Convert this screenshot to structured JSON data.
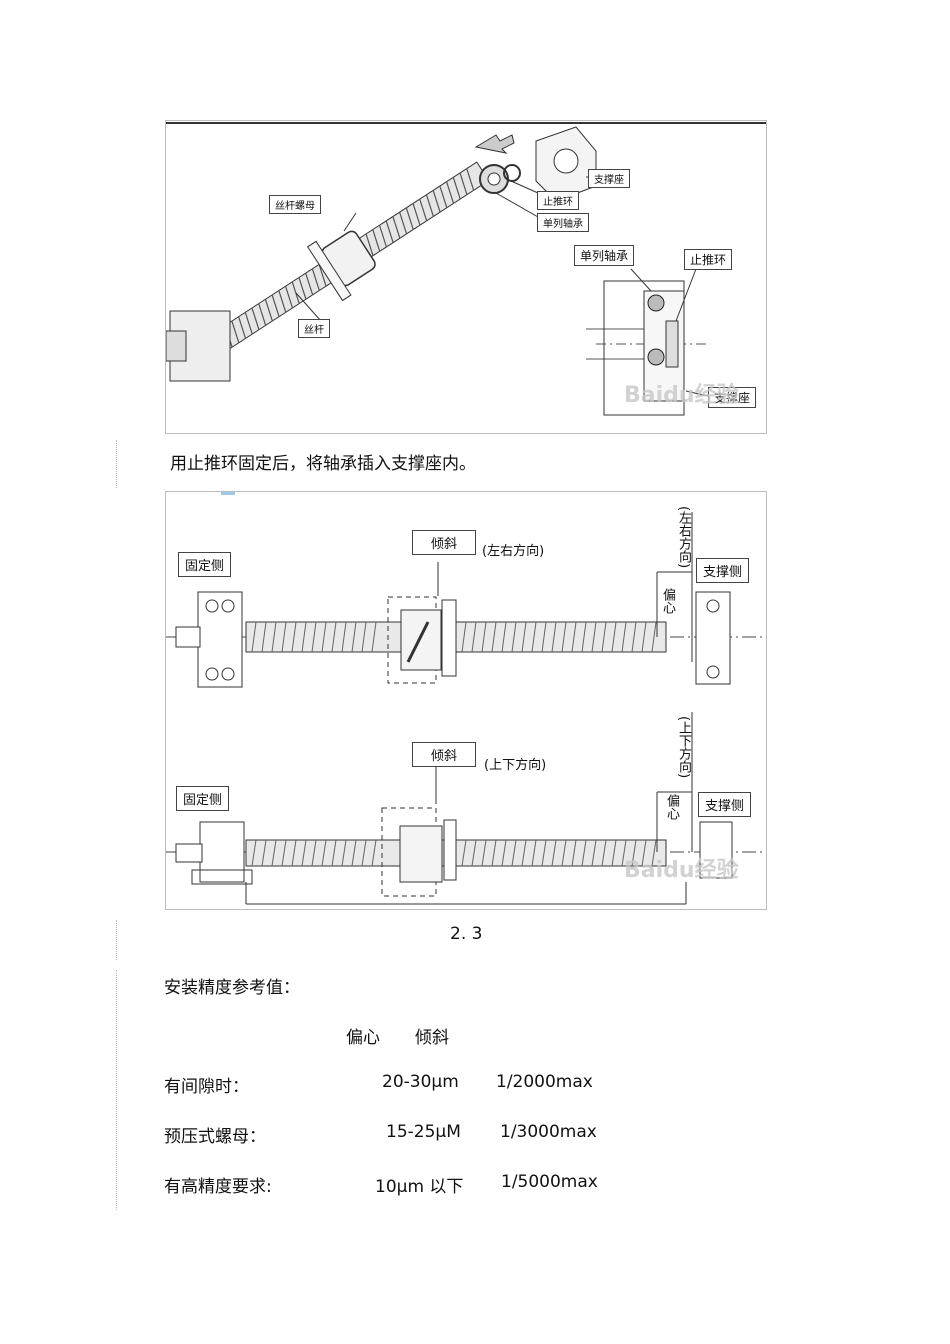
{
  "figure1": {
    "labels": {
      "screw_nut": "丝杆螺母",
      "screw": "丝杆",
      "stop_ring_top": "止推环",
      "bearing_top": "单列轴承",
      "support_seat_top": "支撑座",
      "bearing_detail": "单列轴承",
      "stop_ring_detail": "止推环",
      "support_seat_detail": "支撑座"
    },
    "watermark": "Baidu经验"
  },
  "caption1": "用止推环固定后，将轴承插入支撑座内。",
  "figure2": {
    "top": {
      "fixed_side": "固定侧",
      "support_side": "支撑侧",
      "tilt": "倾斜",
      "tilt_dir": "(左右方向)",
      "ecc": "偏心",
      "ecc_dir": "(左右方向)"
    },
    "bottom": {
      "fixed_side": "固定侧",
      "support_side": "支撑侧",
      "tilt": "倾斜",
      "tilt_dir": "(上下方向)",
      "ecc": "偏心",
      "ecc_dir": "(上下方向)"
    },
    "watermark": "Baidu经验"
  },
  "figure_number": "2. 3",
  "precision": {
    "title": "安装精度参考值：",
    "col_ecc": "偏心",
    "col_tilt": "倾斜",
    "rows": [
      {
        "label": "有间隙时：",
        "ecc": "20-30μm",
        "tilt": "1/2000max"
      },
      {
        "label": "预压式螺母：",
        "ecc": "15-25μM",
        "tilt": "1/3000max"
      },
      {
        "label": "有高精度要求:",
        "ecc": "10μm 以下",
        "tilt": "1/5000max"
      }
    ]
  }
}
